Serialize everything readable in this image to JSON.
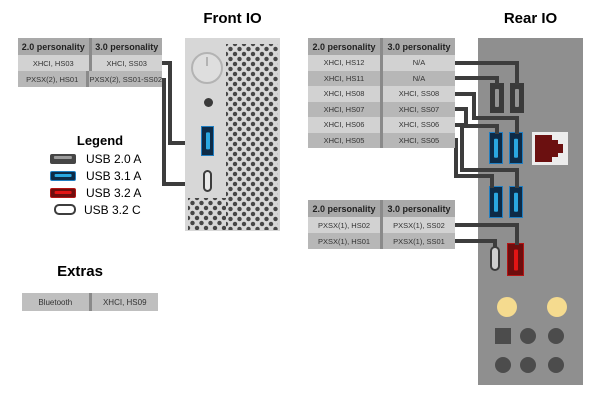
{
  "titles": {
    "front": "Front IO",
    "rear": "Rear IO",
    "legend": "Legend",
    "extras": "Extras"
  },
  "tables": {
    "front": {
      "headers": [
        "2.0 personality",
        "3.0 personality"
      ],
      "rows": [
        [
          "XHCI, HS03",
          "XHCI, SS03"
        ],
        [
          "PXSX(2), HS01",
          "PXSX(2), SS01-SS02"
        ]
      ]
    },
    "rear_top": {
      "headers": [
        "2.0 personality",
        "3.0 personality"
      ],
      "rows": [
        [
          "XHCI, HS12",
          "N/A"
        ],
        [
          "XHCI, HS11",
          "N/A"
        ],
        [
          "XHCI, HS08",
          "XHCI, SS08"
        ],
        [
          "XHCI, HS07",
          "XHCI, SS07"
        ],
        [
          "XHCI, HS06",
          "XHCI, SS06"
        ],
        [
          "XHCI, HS05",
          "XHCI, SS05"
        ]
      ]
    },
    "rear_bottom": {
      "headers": [
        "2.0 personality",
        "3.0 personality"
      ],
      "rows": [
        [
          "PXSX(1), HS02",
          "PXSX(1), SS02"
        ],
        [
          "PXSX(1), HS01",
          "PXSX(1), SS01"
        ]
      ]
    },
    "extras": {
      "rows": [
        [
          "Bluetooth",
          "XHCI, HS09"
        ]
      ]
    }
  },
  "legend": {
    "items": [
      {
        "icon": "usb-2-0-a-port-icon",
        "label": "USB 2.0 A"
      },
      {
        "icon": "usb-3-1-a-port-icon",
        "label": "USB 3.1 A"
      },
      {
        "icon": "usb-3-2-a-port-icon",
        "label": "USB 3.2 A"
      },
      {
        "icon": "usb-3-2-c-port-icon",
        "label": "USB 3.2 C"
      }
    ]
  },
  "colors": {
    "connector_line": "#3d3d3d",
    "usb2_port": "#3a3a3a",
    "usb3_border": "#1f7ec2",
    "usb3_bar": "#2aa7e0",
    "usb32_red_bar": "#e31414",
    "usb32_red_fill": "#6e0e0e",
    "ethernet_red": "#6b1010",
    "front_panel": "#d7d7d7",
    "rear_panel": "#8f8f8f",
    "table_header": "#a9a9a9",
    "row_light": "#d2d2d2",
    "row_dark": "#b7b7b7",
    "audio_jack_yellow": "#f5db8f"
  }
}
